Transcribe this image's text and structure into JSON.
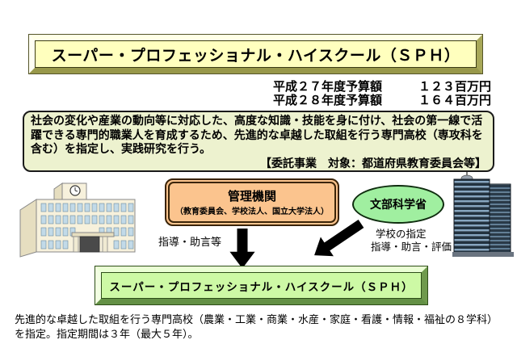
{
  "title_box": {
    "text": "スーパー・プロフェッショナル・ハイスクール（ＳＰＨ）"
  },
  "budget": {
    "rows": [
      {
        "label": "平成２７年度予算額",
        "amount": "１２３百万円"
      },
      {
        "label": "平成２８年度予算額",
        "amount": "１６４百万円"
      }
    ]
  },
  "overview": {
    "body": "社会の変化や産業の動向等に対応した、高度な知識・技能を身に付け、社会の第一線で活躍できる専門的職業人を育成するため、先進的な卓越した取組を行う専門高校（専攻科を含む）を指定し、実践研究を行う。",
    "note": "【委託事業　対象：都道府県教育委員会等】"
  },
  "diagram": {
    "management": {
      "title": "管理機関",
      "subtitle": "（教育委員会、学校法人、国立大学法人）"
    },
    "mext": {
      "label": "文部科学省"
    },
    "left_arrow_label": "指導・助言等",
    "right_arrow_label_line1": "学校の指定",
    "right_arrow_label_line2": "指導・助言・評価",
    "sph": {
      "label": "スーパー・プロフェッショナル・ハイスクール（ＳＰＨ）"
    },
    "icons": {
      "school_building": "school-building-illustration",
      "mext_tower": "mext-office-tower"
    }
  },
  "footer": {
    "text": "先進的な卓越した取組を行う専門高校（農業・工業・商業・水産・家庭・看護・情報・福祉の８学科）を指定。指定期間は３年（最大５年）。"
  },
  "colors": {
    "title_fill": "#FFFFBE",
    "overview_fill": "#EDF2CF",
    "management_fill": "#FBC48E",
    "mext_fill": "#A0EFA0",
    "sph_fill": "#CDF9A5",
    "arrow": "#000000"
  }
}
